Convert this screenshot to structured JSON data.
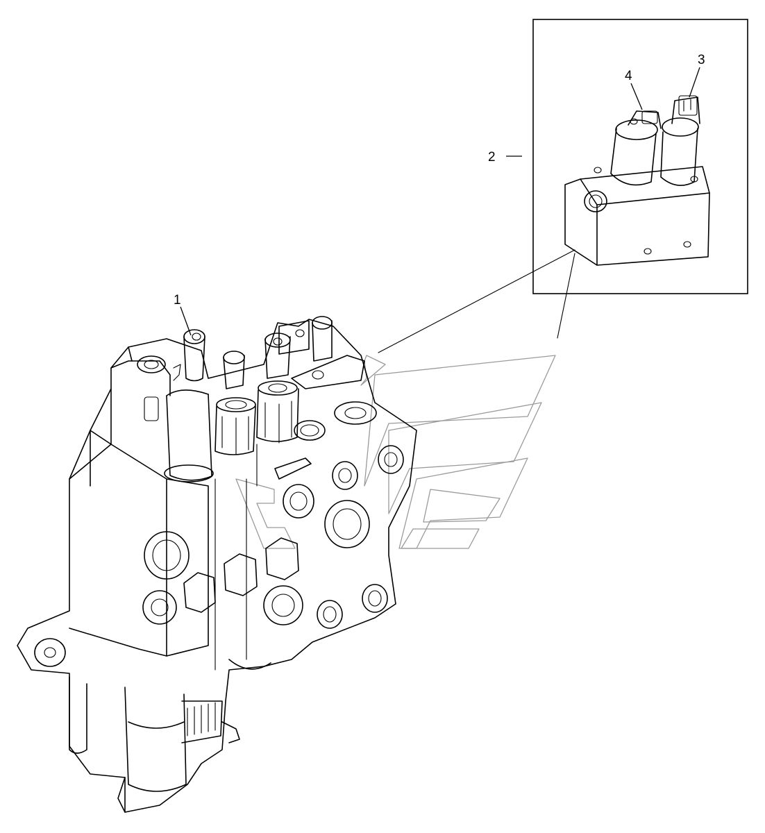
{
  "diagram": {
    "callouts": [
      {
        "id": "1",
        "label": "1"
      },
      {
        "id": "2",
        "label": "2"
      },
      {
        "id": "3",
        "label": "3"
      },
      {
        "id": "4",
        "label": "4"
      }
    ],
    "detail_box": {
      "contains": [
        "2",
        "3",
        "4"
      ]
    }
  }
}
